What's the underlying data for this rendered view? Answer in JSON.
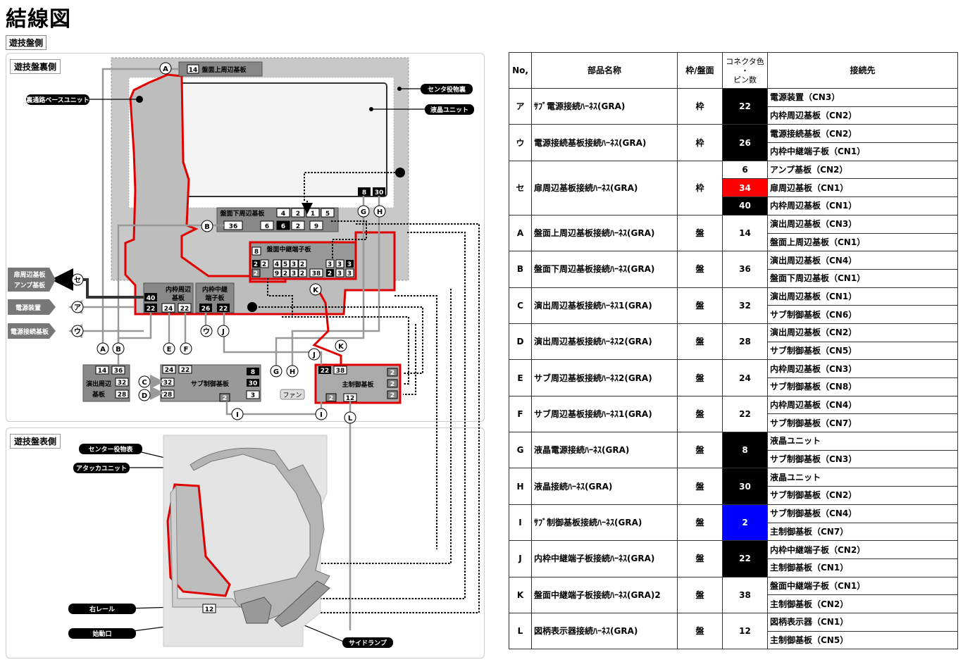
{
  "page": {
    "title": "結線図",
    "section_label": "遊技盤側"
  },
  "diagram": {
    "back_label": "遊技盤裏側",
    "front_label": "遊技盤表側",
    "callouts": {
      "uradori": "裏通路ベースユニット",
      "center_back": "センタ役物裏",
      "lcd": "液晶ユニット",
      "tobira": [
        "扉周辺基板",
        "アンプ基板"
      ],
      "dengen": "電源装置",
      "dengen_setsuzoku": "電源接続基板",
      "center_front": "センター役物表",
      "attacker": "アタッカユニット",
      "rail": "右レール",
      "shidou": "始動口",
      "side_lamp": "サイドランプ"
    },
    "boards": {
      "upper": "盤面上周辺基板",
      "lower": "盤面下周辺基板",
      "relay": "盤面中継端子板",
      "inner_frame": [
        "内枠周辺",
        "基板"
      ],
      "inner_relay": [
        "内枠中継",
        "端子板"
      ],
      "ensyutsu": [
        "演出周辺",
        "基板"
      ],
      "sub": "サブ制御基板",
      "main": "主制御基板",
      "fan": "ファン"
    },
    "pins": {
      "upper": "14",
      "lcd1": "8",
      "lcd2": "30",
      "lower": [
        "4",
        "2",
        "1",
        "5",
        "36",
        "6",
        "6",
        "2",
        "9"
      ],
      "relay": [
        "8",
        "2",
        "2",
        "4",
        "5",
        "3",
        "2",
        "3",
        "3",
        "3",
        "2",
        "9",
        "2",
        "3",
        "2",
        "38",
        "2",
        "3",
        "3"
      ],
      "inner": [
        "40",
        "22",
        "24",
        "22",
        "26",
        "22"
      ],
      "ensyutsu": [
        "14",
        "36",
        "32",
        "28"
      ],
      "sub": [
        "24",
        "22",
        "32",
        "28",
        "8",
        "30",
        "3",
        "2"
      ],
      "main": [
        "22",
        "38",
        "2",
        "2",
        "2",
        "2",
        "12"
      ],
      "front": "12"
    },
    "markers": [
      "A",
      "B",
      "C",
      "D",
      "E",
      "F",
      "G",
      "H",
      "I",
      "J",
      "K",
      "L",
      "セ",
      "ア",
      "ウ"
    ]
  },
  "table": {
    "headers": {
      "no": "No,",
      "name": "部品名称",
      "type": "枠/盤面",
      "color": [
        "コネクタ色",
        "・",
        "ピン数"
      ],
      "dest": "接続先"
    },
    "rows": [
      {
        "no": "ア",
        "name": "ｻﾌﾞ電源接続ﾊｰﾈｽ(GRA)",
        "type": "枠",
        "pins": [
          {
            "v": "22",
            "c": "blk",
            "span": 2
          }
        ],
        "dest": [
          "電源装置（CN3）",
          "内枠周辺基板（CN2）"
        ]
      },
      {
        "no": "ウ",
        "name": "電源接続基板接続ﾊｰﾈｽ(GRA)",
        "type": "枠",
        "pins": [
          {
            "v": "26",
            "c": "blk",
            "span": 2
          }
        ],
        "dest": [
          "電源接続基板（CN2）",
          "内枠中継端子板（CN1）"
        ]
      },
      {
        "no": "セ",
        "name": "扉周辺基板接続ﾊｰﾈｽ(GRA)",
        "type": "枠",
        "pins": [
          {
            "v": "6",
            "c": "",
            "span": 1
          },
          {
            "v": "34",
            "c": "red",
            "span": 1
          },
          {
            "v": "40",
            "c": "blk",
            "span": 1
          }
        ],
        "dest": [
          "アンプ基板（CN2）",
          "扉周辺基板（CN1）",
          "内枠周辺基板（CN1）"
        ]
      },
      {
        "no": "A",
        "name": "盤面上周辺基板接続ﾊｰﾈｽ(GRA)",
        "type": "盤",
        "pins": [
          {
            "v": "14",
            "c": "",
            "span": 2
          }
        ],
        "dest": [
          "演出周辺基板（CN3）",
          "盤面上周辺基板（CN1）"
        ]
      },
      {
        "no": "B",
        "name": "盤面下周辺基板接続ﾊｰﾈｽ(GRA)",
        "type": "盤",
        "pins": [
          {
            "v": "36",
            "c": "",
            "span": 2
          }
        ],
        "dest": [
          "演出周辺基板（CN4）",
          "盤面下周辺基板（CN1）"
        ]
      },
      {
        "no": "C",
        "name": "演出周辺基板接続ﾊｰﾈｽ1(GRA)",
        "type": "盤",
        "pins": [
          {
            "v": "32",
            "c": "",
            "span": 2
          }
        ],
        "dest": [
          "演出周辺基板（CN1）",
          "サブ制御基板（CN6）"
        ]
      },
      {
        "no": "D",
        "name": "演出周辺基板接続ﾊｰﾈｽ2(GRA)",
        "type": "盤",
        "pins": [
          {
            "v": "28",
            "c": "",
            "span": 2
          }
        ],
        "dest": [
          "演出周辺基板（CN2）",
          "サブ制御基板（CN5）"
        ]
      },
      {
        "no": "E",
        "name": "サブ周辺基板接続ﾊｰﾈｽ2(GRA)",
        "type": "盤",
        "pins": [
          {
            "v": "24",
            "c": "",
            "span": 2
          }
        ],
        "dest": [
          "内枠周辺基板（CN3）",
          "サブ制御基板（CN8）"
        ]
      },
      {
        "no": "F",
        "name": "サブ周辺基板接続ﾊｰﾈｽ1(GRA)",
        "type": "盤",
        "pins": [
          {
            "v": "22",
            "c": "",
            "span": 2
          }
        ],
        "dest": [
          "内枠周辺基板（CN4）",
          "サブ制御基板（CN7）"
        ]
      },
      {
        "no": "G",
        "name": "液晶電源接続ﾊｰﾈｽ(GRA)",
        "type": "盤",
        "pins": [
          {
            "v": "8",
            "c": "blk",
            "span": 2
          }
        ],
        "dest": [
          "液晶ユニット",
          "サブ制御基板（CN3）"
        ]
      },
      {
        "no": "H",
        "name": "液晶接続ﾊｰﾈｽ(GRA)",
        "type": "盤",
        "pins": [
          {
            "v": "30",
            "c": "blk",
            "span": 2
          }
        ],
        "dest": [
          "液晶ユニット",
          "サブ制御基板（CN2）"
        ]
      },
      {
        "no": "I",
        "name": "ｻﾌﾞ制御基板接続ﾊｰﾈｽ(GRA)",
        "type": "盤",
        "pins": [
          {
            "v": "2",
            "c": "blu",
            "span": 2
          }
        ],
        "dest": [
          "サブ制御基板（CN4）",
          "主制御基板（CN7）"
        ]
      },
      {
        "no": "J",
        "name": "内枠中継端子板接続ﾊｰﾈｽ(GRA)",
        "type": "盤",
        "pins": [
          {
            "v": "22",
            "c": "blk",
            "span": 2
          }
        ],
        "dest": [
          "内枠中継端子板（CN2）",
          "主制御基板（CN1）"
        ]
      },
      {
        "no": "K",
        "name": "盤面中継端子板接続ﾊｰﾈｽ(GRA)2",
        "type": "盤",
        "pins": [
          {
            "v": "38",
            "c": "",
            "span": 2
          }
        ],
        "dest": [
          "盤面中継端子板（CN1）",
          "主制御基板（CN2）"
        ]
      },
      {
        "no": "L",
        "name": "図柄表示器接続ﾊｰﾈｽ(GRA)",
        "type": "盤",
        "pins": [
          {
            "v": "12",
            "c": "",
            "span": 2
          }
        ],
        "dest": [
          "図柄表示器（CN1）",
          "主制御基板（CN5）"
        ]
      }
    ]
  }
}
